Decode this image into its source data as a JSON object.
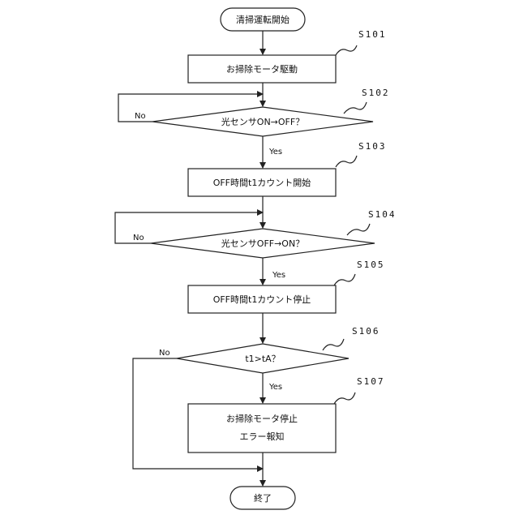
{
  "start": "清掃運転開始",
  "end": "終了",
  "steps": {
    "s101": {
      "id": "S101",
      "text": "お掃除モータ駆動"
    },
    "s102": {
      "id": "S102",
      "text": "光センサON→OFF？"
    },
    "s103": {
      "id": "S103",
      "text": "OFF時間t1カウント開始"
    },
    "s104": {
      "id": "S104",
      "text": "光センサOFF→ON？"
    },
    "s105": {
      "id": "S105",
      "text": "OFF時間t1カウント停止"
    },
    "s106": {
      "id": "S106",
      "text": "t1>tA？"
    },
    "s107": {
      "id": "S107",
      "line1": "お掃除モータ停止",
      "line2": "エラー報知"
    }
  },
  "labels": {
    "yes": "Yes",
    "no": "No"
  }
}
